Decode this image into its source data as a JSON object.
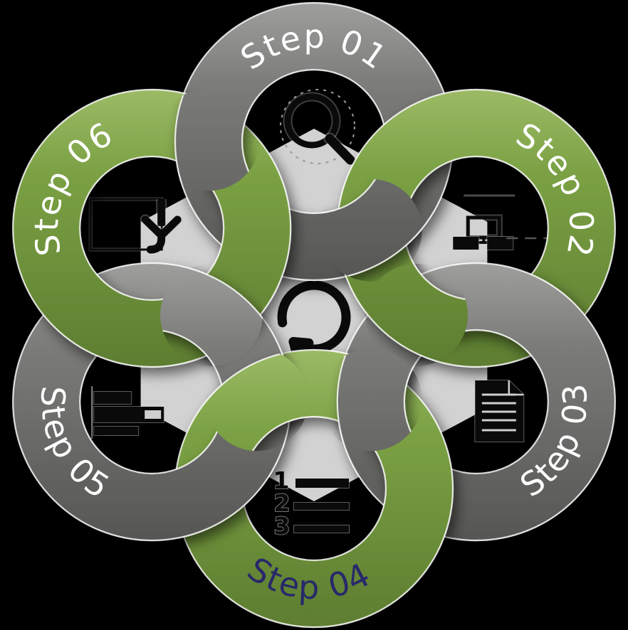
{
  "diagram": {
    "type": "six-step-cycle-infographic",
    "background": "#000000",
    "hexagon_color": "#d2d2d2",
    "center_icon": "refresh-cycle-icon"
  },
  "palette": {
    "green_light": "#9cba66",
    "green": "#7ba144",
    "green_dark": "#5d7d30",
    "gray_light": "#9e9e9c",
    "gray": "#7b7b79",
    "gray_dark": "#565654",
    "rim": "#ffffff",
    "icon_ink": "#0a0a0a",
    "label_navy": "#28286a"
  },
  "steps": [
    {
      "label": "Step 01",
      "ring_color": "gray",
      "icon": "search-magnifier-icon",
      "label_color": "#ffffff"
    },
    {
      "label": "Step 02",
      "ring_color": "green",
      "icon": "org-chart-icon",
      "label_color": "#ffffff"
    },
    {
      "label": "Step 03",
      "ring_color": "gray",
      "icon": "document-report-icon",
      "label_color": "#ffffff"
    },
    {
      "label": "Step 04",
      "ring_color": "green",
      "icon": "numbered-list-icon",
      "label_color": "#28286a"
    },
    {
      "label": "Step 05",
      "ring_color": "gray",
      "icon": "horizontal-bar-chart-icon",
      "label_color": "#ffffff"
    },
    {
      "label": "Step 06",
      "ring_color": "green",
      "icon": "inbox-download-icon",
      "label_color": "#ffffff"
    }
  ],
  "icons": {
    "numbered_list_items": [
      "1",
      "2",
      "3"
    ]
  }
}
